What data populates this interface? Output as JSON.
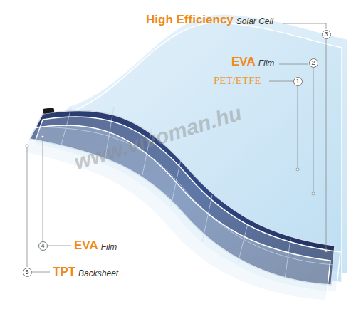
{
  "diagram": {
    "labels": [
      "High Efficiency",
      "Solar Cell",
      "3",
      "EVA",
      "Film",
      "2",
      "PET/ETFE",
      "1",
      "www.vivoman.hu",
      "4",
      "EVA",
      "Film",
      "5",
      "TPT",
      "Backsheet"
    ]
  }
}
